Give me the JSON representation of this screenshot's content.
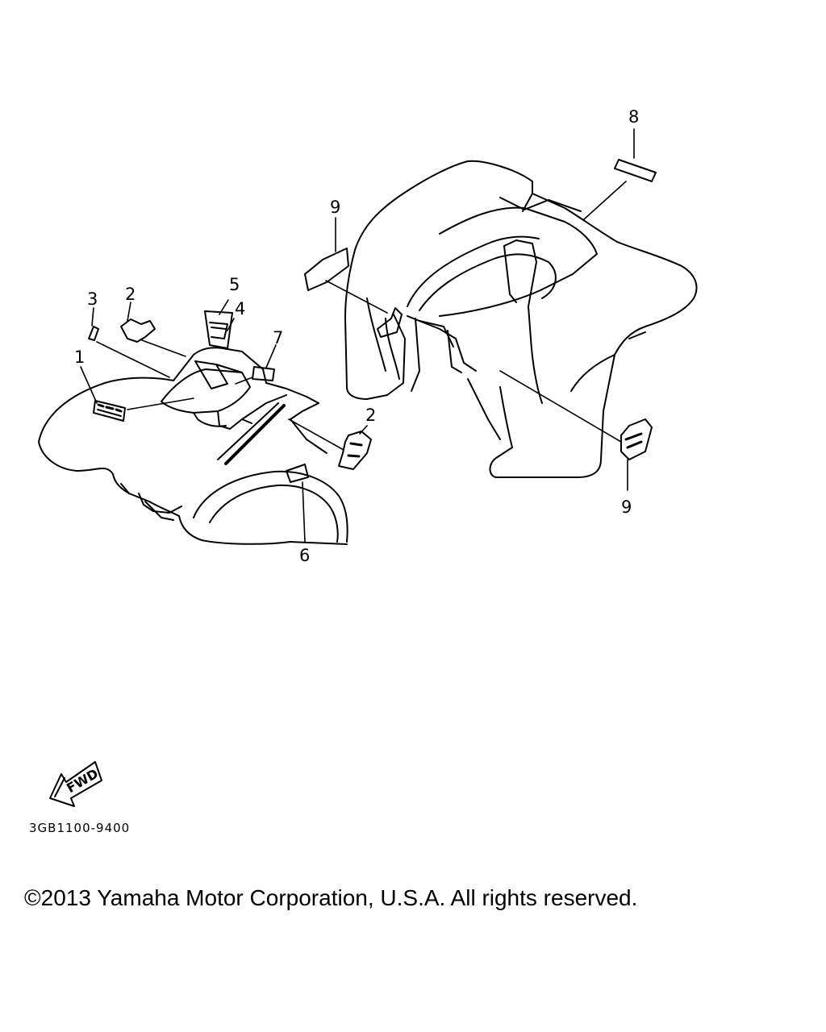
{
  "diagram": {
    "callouts": {
      "c1": "1",
      "c2a": "2",
      "c2b": "2",
      "c3": "3",
      "c4": "4",
      "c5": "5",
      "c6": "6",
      "c7": "7",
      "c8": "8",
      "c9a": "9",
      "c9b": "9"
    },
    "fwd_label": "FWD",
    "part_code": "3GB1100-9400"
  },
  "footer": {
    "copyright": "©2013 Yamaha Motor Corporation, U.S.A. All rights reserved."
  }
}
